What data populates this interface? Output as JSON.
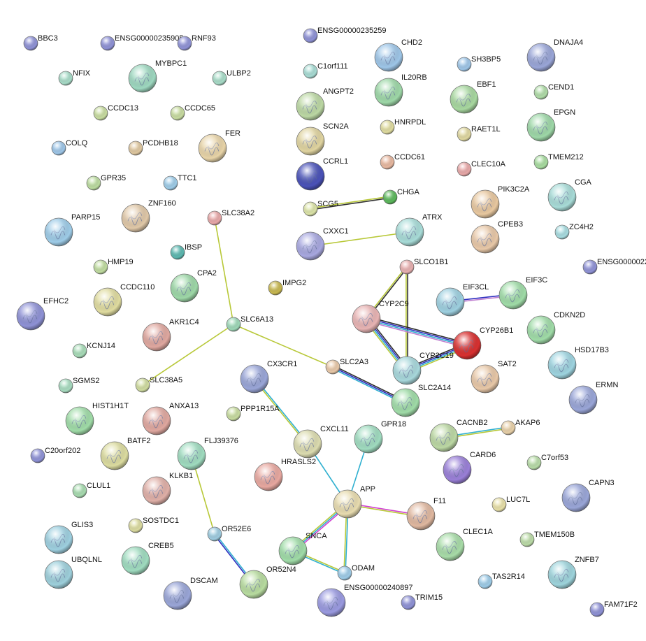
{
  "diagram": {
    "type": "protein-interaction-network",
    "nodes": [
      {
        "id": "BBC3",
        "label": "BBC3",
        "color": "#8f92d6",
        "kind": "small"
      },
      {
        "id": "ENSG00000235905",
        "label": "ENSG00000235905",
        "color": "#8f92d6",
        "kind": "small"
      },
      {
        "id": "RNF93",
        "label": "RNF93",
        "color": "#8f92d6",
        "kind": "small"
      },
      {
        "id": "ENSG00000235259",
        "label": "ENSG00000235259",
        "color": "#8f92d6",
        "kind": "small"
      },
      {
        "id": "CHD2",
        "label": "CHD2",
        "color": "#9ec6e8",
        "kind": "structure"
      },
      {
        "id": "SH3BP5",
        "label": "SH3BP5",
        "color": "#9ec6e8",
        "kind": "small"
      },
      {
        "id": "DNAJA4",
        "label": "DNAJA4",
        "color": "#9aa6d8",
        "kind": "structure"
      },
      {
        "id": "NFIX",
        "label": "NFIX",
        "color": "#a8dcc8",
        "kind": "small"
      },
      {
        "id": "MYBPC1",
        "label": "MYBPC1",
        "color": "#9ed8c0",
        "kind": "structure"
      },
      {
        "id": "ULBP2",
        "label": "ULBP2",
        "color": "#a8dcc8",
        "kind": "small"
      },
      {
        "id": "C1orf111",
        "label": "C1orf111",
        "color": "#a8dcd4",
        "kind": "small"
      },
      {
        "id": "IL20RB",
        "label": "IL20RB",
        "color": "#9ed8a8",
        "kind": "structure"
      },
      {
        "id": "EBF1",
        "label": "EBF1",
        "color": "#a8d8a0",
        "kind": "structure"
      },
      {
        "id": "CEND1",
        "label": "CEND1",
        "color": "#b0dca8",
        "kind": "small"
      },
      {
        "id": "CCDC13",
        "label": "CCDC13",
        "color": "#c8dca0",
        "kind": "small"
      },
      {
        "id": "CCDC65",
        "label": "CCDC65",
        "color": "#c8dca0",
        "kind": "small"
      },
      {
        "id": "ANGPT2",
        "label": "ANGPT2",
        "color": "#bcd8a4",
        "kind": "structure"
      },
      {
        "id": "HNRPDL",
        "label": "HNRPDL",
        "color": "#e0dca0",
        "kind": "small"
      },
      {
        "id": "RAET1L",
        "label": "RAET1L",
        "color": "#e0d8a0",
        "kind": "small"
      },
      {
        "id": "EPGN",
        "label": "EPGN",
        "color": "#9ed8a8",
        "kind": "structure"
      },
      {
        "id": "COLQ",
        "label": "COLQ",
        "color": "#9ec6e8",
        "kind": "small"
      },
      {
        "id": "PCDHB18",
        "label": "PCDHB18",
        "color": "#e0c8a0",
        "kind": "small"
      },
      {
        "id": "FER",
        "label": "FER",
        "color": "#e8d4a8",
        "kind": "structure"
      },
      {
        "id": "SCN2A",
        "label": "SCN2A",
        "color": "#e0d4a0",
        "kind": "structure"
      },
      {
        "id": "CCDC61",
        "label": "CCDC61",
        "color": "#e8b8a0",
        "kind": "small"
      },
      {
        "id": "CLEC10A",
        "label": "CLEC10A",
        "color": "#e8a8a8",
        "kind": "small"
      },
      {
        "id": "TMEM212",
        "label": "TMEM212",
        "color": "#a8dca0",
        "kind": "small"
      },
      {
        "id": "GPR35",
        "label": "GPR35",
        "color": "#bcdca0",
        "kind": "small"
      },
      {
        "id": "TTC1",
        "label": "TTC1",
        "color": "#9ecce8",
        "kind": "small"
      },
      {
        "id": "CCRL1",
        "label": "CCRL1",
        "color": "#4a52b8",
        "kind": "structure"
      },
      {
        "id": "CHGA",
        "label": "CHGA",
        "color": "#5cb85c",
        "kind": "small"
      },
      {
        "id": "CGA",
        "label": "CGA",
        "color": "#a8dcd8",
        "kind": "structure"
      },
      {
        "id": "SCG5",
        "label": "SCG5",
        "color": "#dce4a8",
        "kind": "small"
      },
      {
        "id": "PIK3C2A",
        "label": "PIK3C2A",
        "color": "#e8c8a0",
        "kind": "structure"
      },
      {
        "id": "ZNF160",
        "label": "ZNF160",
        "color": "#e0c8a8",
        "kind": "structure"
      },
      {
        "id": "SLC38A2",
        "label": "SLC38A2",
        "color": "#e8a8a8",
        "kind": "small"
      },
      {
        "id": "PARP15",
        "label": "PARP15",
        "color": "#9ecce8",
        "kind": "structure"
      },
      {
        "id": "ATRX",
        "label": "ATRX",
        "color": "#a8dcd8",
        "kind": "structure"
      },
      {
        "id": "ZC4H2",
        "label": "ZC4H2",
        "color": "#a8dce0",
        "kind": "small"
      },
      {
        "id": "CPEB3",
        "label": "CPEB3",
        "color": "#e8c8a8",
        "kind": "structure"
      },
      {
        "id": "IBSP",
        "label": "IBSP",
        "color": "#5cb8b0",
        "kind": "small"
      },
      {
        "id": "CXXC1",
        "label": "CXXC1",
        "color": "#a8a8e0",
        "kind": "structure"
      },
      {
        "id": "ENSG0000022",
        "label": "ENSG0000022",
        "color": "#8f92d6",
        "kind": "small"
      },
      {
        "id": "HMP19",
        "label": "HMP19",
        "color": "#c0dca0",
        "kind": "small"
      },
      {
        "id": "CPA2",
        "label": "CPA2",
        "color": "#9ed8a8",
        "kind": "structure"
      },
      {
        "id": "SLCO1B1",
        "label": "SLCO1B1",
        "color": "#e8b0b0",
        "kind": "small"
      },
      {
        "id": "IMPG2",
        "label": "IMPG2",
        "color": "#c8b850",
        "kind": "small"
      },
      {
        "id": "CCDC110",
        "label": "CCDC110",
        "color": "#e0dca0",
        "kind": "structure"
      },
      {
        "id": "EIF3CL",
        "label": "EIF3CL",
        "color": "#9ed0e0",
        "kind": "structure"
      },
      {
        "id": "EIF3C",
        "label": "EIF3C",
        "color": "#a0dca8",
        "kind": "structure"
      },
      {
        "id": "EFHC2",
        "label": "EFHC2",
        "color": "#8f92d6",
        "kind": "structure"
      },
      {
        "id": "CYP2C9",
        "label": "CYP2C9",
        "color": "#e8b4b4",
        "kind": "structure"
      },
      {
        "id": "SLC6A13",
        "label": "SLC6A13",
        "color": "#9ed8b8",
        "kind": "small"
      },
      {
        "id": "AKR1C4",
        "label": "AKR1C4",
        "color": "#e0a8a0",
        "kind": "structure"
      },
      {
        "id": "CDKN2D",
        "label": "CDKN2D",
        "color": "#a0dca8",
        "kind": "structure"
      },
      {
        "id": "CYP26B1",
        "label": "CYP26B1",
        "color": "#d83030",
        "kind": "structure"
      },
      {
        "id": "KCNJ14",
        "label": "KCNJ14",
        "color": "#a8dcb8",
        "kind": "small"
      },
      {
        "id": "HSD17B3",
        "label": "HSD17B3",
        "color": "#9ed4e0",
        "kind": "structure"
      },
      {
        "id": "SLC2A3",
        "label": "SLC2A3",
        "color": "#e8c8a8",
        "kind": "small"
      },
      {
        "id": "CYP2C19",
        "label": "CYP2C19",
        "color": "#a8d8dc",
        "kind": "structure"
      },
      {
        "id": "SAT2",
        "label": "SAT2",
        "color": "#e8c8a8",
        "kind": "structure"
      },
      {
        "id": "CX3CR1",
        "label": "CX3CR1",
        "color": "#9aa6d8",
        "kind": "structure"
      },
      {
        "id": "SGMS2",
        "label": "SGMS2",
        "color": "#a8dcc0",
        "kind": "small"
      },
      {
        "id": "SLC38A5",
        "label": "SLC38A5",
        "color": "#d0dca0",
        "kind": "small"
      },
      {
        "id": "SLC2A14",
        "label": "SLC2A14",
        "color": "#a0dca8",
        "kind": "structure"
      },
      {
        "id": "ERMN",
        "label": "ERMN",
        "color": "#9aa6d8",
        "kind": "structure"
      },
      {
        "id": "HIST1H1T",
        "label": "HIST1H1T",
        "color": "#a0dca8",
        "kind": "structure"
      },
      {
        "id": "ANXA13",
        "label": "ANXA13",
        "color": "#e0a8a0",
        "kind": "structure"
      },
      {
        "id": "PPP1R15A",
        "label": "PPP1R15A",
        "color": "#c8dca0",
        "kind": "small"
      },
      {
        "id": "GPR18",
        "label": "GPR18",
        "color": "#a0dcc0",
        "kind": "structure"
      },
      {
        "id": "CACNB2",
        "label": "CACNB2",
        "color": "#bcd8a4",
        "kind": "structure"
      },
      {
        "id": "AKAP6",
        "label": "AKAP6",
        "color": "#e8d0a8",
        "kind": "small"
      },
      {
        "id": "C20orf202",
        "label": "C20orf202",
        "color": "#8f92d6",
        "kind": "small"
      },
      {
        "id": "BATF2",
        "label": "BATF2",
        "color": "#dcdca0",
        "kind": "structure"
      },
      {
        "id": "FLJ39376",
        "label": "FLJ39376",
        "color": "#a0dcc0",
        "kind": "structure"
      },
      {
        "id": "CXCL11",
        "label": "CXCL11",
        "color": "#dcdcb0",
        "kind": "structure"
      },
      {
        "id": "CARD6",
        "label": "CARD6",
        "color": "#9a80d8",
        "kind": "structure"
      },
      {
        "id": "C7orf53",
        "label": "C7orf53",
        "color": "#b8dca8",
        "kind": "small"
      },
      {
        "id": "HRASLS2",
        "label": "HRASLS2",
        "color": "#e8a8a0",
        "kind": "structure"
      },
      {
        "id": "CAPN3",
        "label": "CAPN3",
        "color": "#9aa6d8",
        "kind": "structure"
      },
      {
        "id": "CLUL1",
        "label": "CLUL1",
        "color": "#a8dcb0",
        "kind": "small"
      },
      {
        "id": "KLKB1",
        "label": "KLKB1",
        "color": "#e0b0a8",
        "kind": "structure"
      },
      {
        "id": "APP",
        "label": "APP",
        "color": "#e8dcb0",
        "kind": "structure"
      },
      {
        "id": "LUC7L",
        "label": "LUC7L",
        "color": "#e8e0a8",
        "kind": "small"
      },
      {
        "id": "F11",
        "label": "F11",
        "color": "#e0b8a0",
        "kind": "structure"
      },
      {
        "id": "GLIS3",
        "label": "GLIS3",
        "color": "#9ed0e0",
        "kind": "structure"
      },
      {
        "id": "SOSTDC1",
        "label": "SOSTDC1",
        "color": "#dcdca0",
        "kind": "small"
      },
      {
        "id": "OR52E6",
        "label": "OR52E6",
        "color": "#9ecce0",
        "kind": "small"
      },
      {
        "id": "SNCA",
        "label": "SNCA",
        "color": "#a0dca8",
        "kind": "structure"
      },
      {
        "id": "CLEC1A",
        "label": "CLEC1A",
        "color": "#a8dca8",
        "kind": "structure"
      },
      {
        "id": "TMEM150B",
        "label": "TMEM150B",
        "color": "#bcdca8",
        "kind": "small"
      },
      {
        "id": "CREB5",
        "label": "CREB5",
        "color": "#a0dcc0",
        "kind": "structure"
      },
      {
        "id": "UBQLNL",
        "label": "UBQLNL",
        "color": "#9ed0dc",
        "kind": "structure"
      },
      {
        "id": "ODAM",
        "label": "ODAM",
        "color": "#9ecce8",
        "kind": "small"
      },
      {
        "id": "ZNFB7",
        "label": "ZNFB7",
        "color": "#9ed4dc",
        "kind": "structure"
      },
      {
        "id": "OR52N4",
        "label": "OR52N4",
        "color": "#b8dca0",
        "kind": "structure"
      },
      {
        "id": "DSCAM",
        "label": "DSCAM",
        "color": "#9aa6d8",
        "kind": "structure"
      },
      {
        "id": "TAS2R14",
        "label": "TAS2R14",
        "color": "#9ecce8",
        "kind": "small"
      },
      {
        "id": "ENSG00000240897",
        "label": "ENSG00000240897",
        "color": "#9a9ae0",
        "kind": "structure"
      },
      {
        "id": "TRIM15",
        "label": "TRIM15",
        "color": "#8f92d6",
        "kind": "small"
      },
      {
        "id": "FAM71F2",
        "label": "FAM71F2",
        "color": "#8f92d6",
        "kind": "small"
      }
    ],
    "edges": [
      {
        "a": "SCG5",
        "b": "CHGA",
        "colors": [
          "#b8c838",
          "#303030"
        ]
      },
      {
        "a": "CXXC1",
        "b": "ATRX",
        "colors": [
          "#b8c838"
        ]
      },
      {
        "a": "SLC38A2",
        "b": "SLC6A13",
        "colors": [
          "#b8c838"
        ]
      },
      {
        "a": "SLC6A13",
        "b": "SLC38A5",
        "colors": [
          "#b8c838"
        ]
      },
      {
        "a": "SLC6A13",
        "b": "SLC2A3",
        "colors": [
          "#b8c838"
        ]
      },
      {
        "a": "SLC2A3",
        "b": "SLC2A14",
        "colors": [
          "#303030",
          "#3030c0",
          "#30b0d0"
        ]
      },
      {
        "a": "SLCO1B1",
        "b": "CYP2C9",
        "colors": [
          "#303030",
          "#b8c838"
        ]
      },
      {
        "a": "SLCO1B1",
        "b": "CYP2C19",
        "colors": [
          "#303030",
          "#b8c838"
        ]
      },
      {
        "a": "CYP2C9",
        "b": "CYP2C19",
        "colors": [
          "#303030",
          "#3030c0",
          "#30b0d0",
          "#b8c838"
        ]
      },
      {
        "a": "CYP2C9",
        "b": "CYP26B1",
        "colors": [
          "#303030",
          "#3030c0",
          "#30b0d0",
          "#c080d0"
        ]
      },
      {
        "a": "CYP2C19",
        "b": "CYP26B1",
        "colors": [
          "#303030",
          "#3030c0",
          "#30b0d0",
          "#b8c838"
        ]
      },
      {
        "a": "EIF3CL",
        "b": "EIF3C",
        "colors": [
          "#3030c0",
          "#c080d0"
        ]
      },
      {
        "a": "CACNB2",
        "b": "AKAP6",
        "colors": [
          "#30b0d0",
          "#b8c838"
        ]
      },
      {
        "a": "CX3CR1",
        "b": "CXCL11",
        "colors": [
          "#30b0d0",
          "#b8c838"
        ]
      },
      {
        "a": "CXCL11",
        "b": "APP",
        "colors": [
          "#30b0d0"
        ]
      },
      {
        "a": "GPR18",
        "b": "APP",
        "colors": [
          "#30b0d0"
        ]
      },
      {
        "a": "APP",
        "b": "F11",
        "colors": [
          "#d040d0",
          "#b8c838"
        ]
      },
      {
        "a": "APP",
        "b": "SNCA",
        "colors": [
          "#d040d0",
          "#30b0d0",
          "#b8c838"
        ]
      },
      {
        "a": "APP",
        "b": "ODAM",
        "colors": [
          "#30b0d0",
          "#b8c838"
        ]
      },
      {
        "a": "SNCA",
        "b": "ODAM",
        "colors": [
          "#b8c838",
          "#30b0d0"
        ]
      },
      {
        "a": "FLJ39376",
        "b": "OR52E6",
        "colors": [
          "#b8c838"
        ]
      },
      {
        "a": "OR52E6",
        "b": "OR52N4",
        "colors": [
          "#30b0d0",
          "#3030c0"
        ]
      }
    ]
  }
}
